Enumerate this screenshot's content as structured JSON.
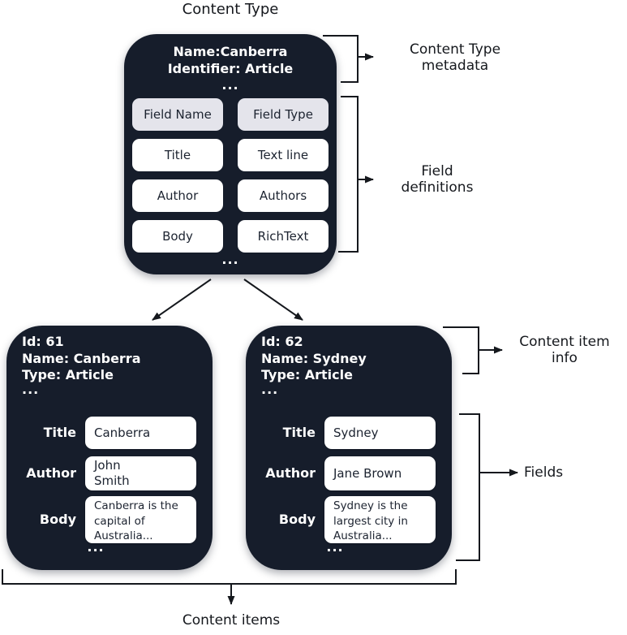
{
  "page_title": "Content Type",
  "colors": {
    "box_bg": "#161d2b",
    "header_cell_bg": "#e4e4eb",
    "pill_bg": "#ffffff",
    "line": "#15181d",
    "text_on_dark": "#ffffff",
    "text_dark": "#1c2330"
  },
  "content_type_box": {
    "meta": "Name:Canberra\nIdentifier: Article",
    "ellipsis_top": "...",
    "field_table": {
      "headers": [
        "Field Name",
        "Field Type"
      ],
      "rows": [
        [
          "Title",
          "Text line"
        ],
        [
          "Author",
          "Authors"
        ],
        [
          "Body",
          "RichText"
        ]
      ]
    },
    "ellipsis_bottom": "..."
  },
  "annotations": {
    "content_type_metadata": "Content Type\nmetadata",
    "field_definitions": "Field\ndefinitions",
    "content_item_info": "Content item\ninfo",
    "fields": "Fields",
    "content_items": "Content items"
  },
  "items": [
    {
      "meta": "Id: 61\nName: Canberra\nType: Article",
      "ellipsis_top": "...",
      "fields": [
        {
          "label": "Title",
          "value": "Canberra"
        },
        {
          "label": "Author",
          "value": "John\nSmith"
        },
        {
          "label": "Body",
          "value": "Canberra is the\ncapital of\nAustralia..."
        }
      ],
      "ellipsis_bottom": "..."
    },
    {
      "meta": "Id: 62\nName: Sydney\nType: Article",
      "ellipsis_top": "...",
      "fields": [
        {
          "label": "Title",
          "value": "Sydney"
        },
        {
          "label": "Author",
          "value": "Jane Brown"
        },
        {
          "label": "Body",
          "value": "Sydney is the\nlargest city in\nAustralia..."
        }
      ],
      "ellipsis_bottom": "..."
    }
  ]
}
